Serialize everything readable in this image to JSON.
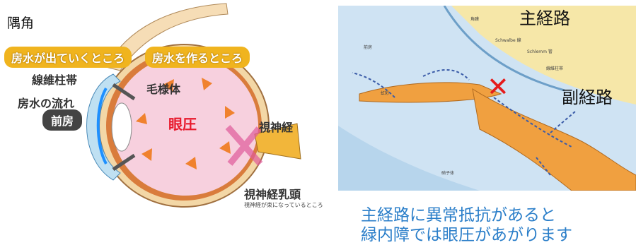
{
  "left_figure": {
    "corner_title": "隅角",
    "callout_outflow": "房水が出ていくところ",
    "callout_produce": "房水を作るところ",
    "labels": {
      "trabecular": "線維柱帯",
      "ciliary_body": "毛様体",
      "aqueous_flow": "房水の流れ",
      "anterior_chamber": "前房",
      "iop": "眼圧",
      "optic_nerve": "視神経",
      "optic_disc": "視神経乳頭",
      "optic_disc_note": "視神経が束になっているところ"
    }
  },
  "right_figure": {
    "main_route": "主経路",
    "sub_route": "副経路",
    "small_labels": {
      "cornea": "角膜",
      "schwalbe": "Schwalbe 線",
      "schlemm": "Schlemm 管",
      "trabecular": "線維柱帯",
      "anterior_chamber": "前房",
      "iris": "虹彩",
      "vitreous": "硝子体"
    }
  },
  "caption": {
    "line1": "主経路に異常抵抗があると",
    "line2": "緑内障では眼圧があがります"
  },
  "colors": {
    "callout": "#f0b41e",
    "iop": "#e8192c",
    "cross": "#e51b1b",
    "caption": "#2a7ec9"
  }
}
